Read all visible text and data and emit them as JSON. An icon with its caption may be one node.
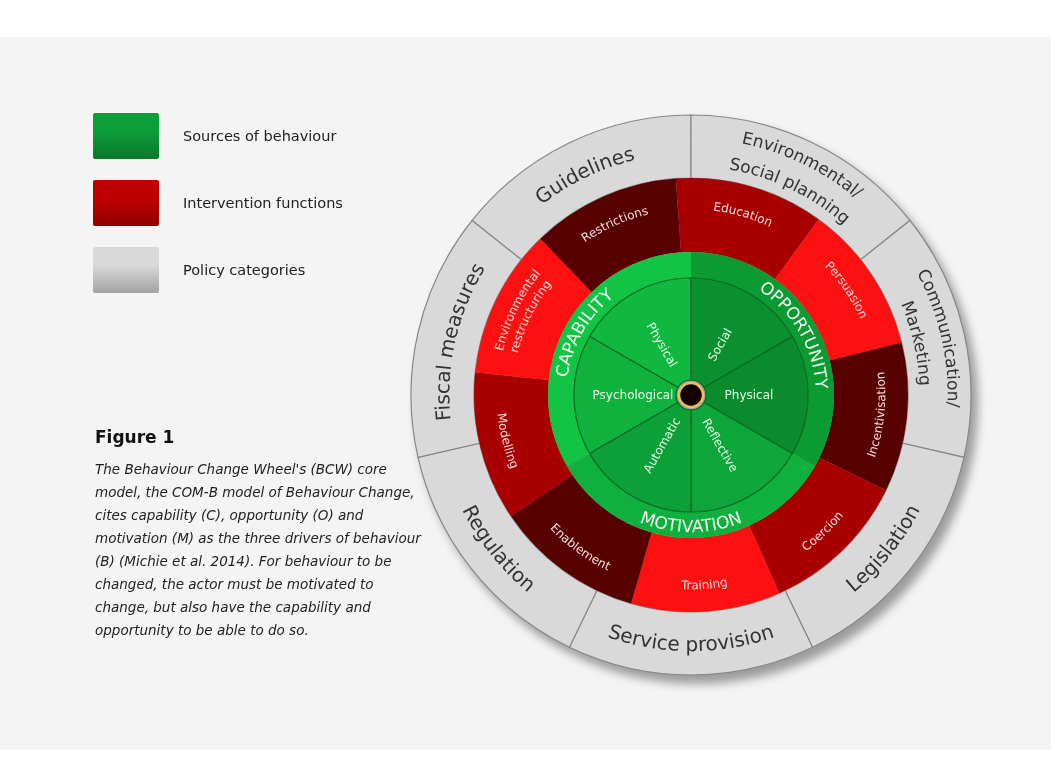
{
  "diagram": {
    "title": "Figure 1",
    "caption": "The Behaviour Change Wheel's (BCW) core model, the COM-B model of Behaviour Change, cites capability (C), opportunity (O) and motivation (M) as the three drivers of behaviour (B) (Michie et al. 2014). For behaviour to be changed, the actor must be motivated to change, but also have the capability and opportunity to be able to do so.",
    "nodes": [
      {
        "text": [
          "Guidelines"
        ]
      },
      {
        "text": [
          "Environmental/ Social planning"
        ]
      },
      {
        "text": [
          "Communication/ Marketing"
        ]
      },
      {
        "text": [
          "Legislation"
        ]
      },
      {
        "text": [
          "Service provision"
        ]
      },
      {
        "text": [
          "Regulation"
        ]
      },
      {
        "text": [
          "Fiscal measures"
        ]
      },
      {
        "text": [
          "Restrictions"
        ]
      },
      {
        "text": [
          "Education"
        ]
      },
      {
        "text": [
          "Persuasion"
        ]
      },
      {
        "text": [
          "Incentivisation"
        ]
      },
      {
        "text": [
          "Coercion"
        ]
      },
      {
        "text": [
          "Training"
        ]
      },
      {
        "text": [
          "Enablement"
        ]
      },
      {
        "text": [
          "Modelling"
        ]
      },
      {
        "text": [
          "Environmental restructuring"
        ]
      },
      {
        "text": [
          "CAPABILITY"
        ]
      },
      {
        "text": [
          "Physical"
        ],
        "in": 16
      },
      {
        "text": [
          "Psychological"
        ],
        "in": 16
      },
      {
        "text": [
          "OPPORTUNITY"
        ]
      },
      {
        "text": [
          "Social"
        ],
        "in": 19
      },
      {
        "text": [
          "Physical"
        ],
        "in": 19
      },
      {
        "text": [
          "MOTIVATION"
        ]
      },
      {
        "text": [
          "Reflective"
        ],
        "in": 22
      },
      {
        "text": [
          "Automatic"
        ],
        "in": 22
      }
    ],
    "edges": [],
    "legend": [
      {
        "text": "Sources of behaviour",
        "color": "#0e9e38"
      },
      {
        "text": "Intervention functions",
        "color": "#c00000"
      },
      {
        "text": "Policy categories",
        "color": "#d9d9d9"
      }
    ]
  }
}
